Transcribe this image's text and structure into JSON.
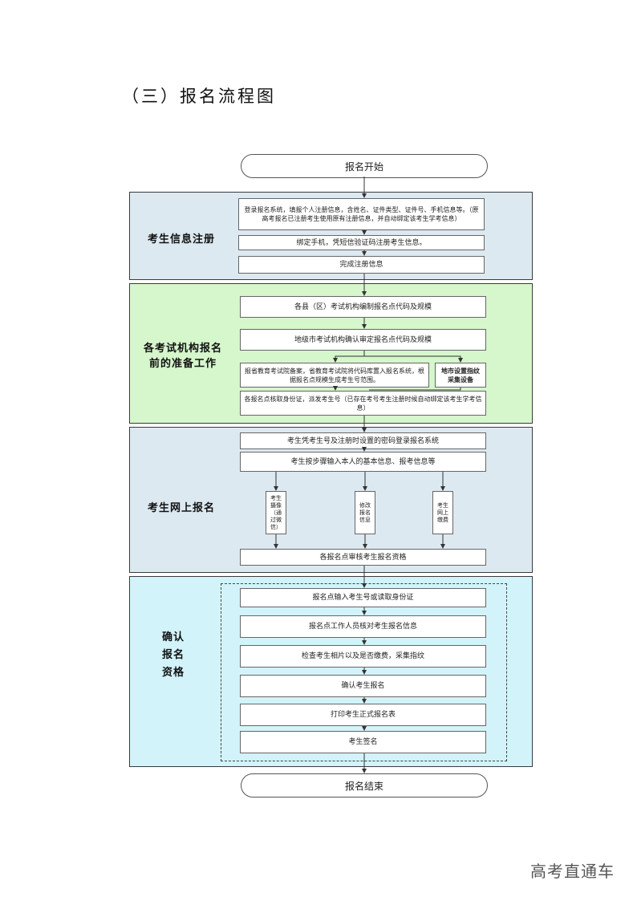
{
  "heading": "（三）报名流程图",
  "start": "报名开始",
  "end": "报名结束",
  "colors": {
    "section_blue": "#dde9f1",
    "section_green": "#d6f6cc",
    "section_cyan": "#d2f3f9"
  },
  "sections": {
    "register": {
      "label": "考生信息注册",
      "steps": [
        "登录报名系统，填报个人注册信息，含姓名、证件类型、证件号、手机信息等。（原高考报名已注册考生使用原有注册信息，并自动绑定该考生学考信息）",
        "绑定手机，凭短信验证码注册考生信息。",
        "完成注册信息"
      ]
    },
    "prepare": {
      "label_line1": "各考试机构报名",
      "label_line2": "前的准备工作",
      "steps": [
        "各县（区）考试机构编制报名点代码及规模",
        "地级市考试机构确认审定报名点代码及规模",
        "报省教育考试院备案，省教育考试院将代码库置入报名系统，根据报名点规模生成考生号范围。",
        "地市设置指纹采集设备",
        "各报名点核取身份证，派发考生号（已存在考号考生注册时候自动绑定该考生学考信息）"
      ]
    },
    "online": {
      "label": "考生网上报名",
      "steps": [
        "考生凭考生号及注册时设置的密码登录报名系统",
        "考生按步骤输入本人的基本信息、报考信息等",
        "考生摄像（通过微信）",
        "修改报名信息",
        "考生网上缴费",
        "各报名点审核考生报名资格"
      ]
    },
    "confirm": {
      "label": [
        "确认",
        "报名",
        "资格"
      ],
      "steps": [
        "报名点输入考生号或读取身份证",
        "报名点工作人员核对考生报名信息",
        "检查考生相片以及是否缴费，采集指纹",
        "确认考生报名",
        "打印考生正式报名表",
        "考生签名"
      ]
    }
  },
  "watermark": "高考直通车"
}
